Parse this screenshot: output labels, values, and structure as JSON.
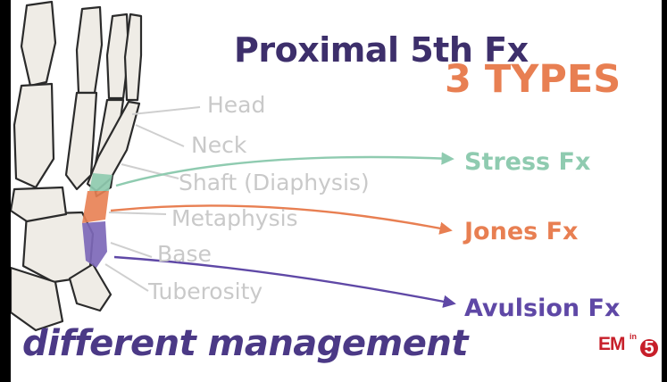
{
  "slide": {
    "title": "Proximal 5th Fx",
    "subtitle": "3 TYPES",
    "footer": "different management"
  },
  "anatomy_labels": [
    {
      "key": "head",
      "text": "Head"
    },
    {
      "key": "neck",
      "text": "Neck"
    },
    {
      "key": "shaft",
      "text": "Shaft (Diaphysis)"
    },
    {
      "key": "metaphysis",
      "text": "Metaphysis"
    },
    {
      "key": "base",
      "text": "Base"
    },
    {
      "key": "tuberosity",
      "text": "Tuberosity"
    }
  ],
  "fracture_types": [
    {
      "key": "stress",
      "label": "Stress Fx",
      "color": "#8fcbb0"
    },
    {
      "key": "jones",
      "label": "Jones Fx",
      "color": "#e87f52"
    },
    {
      "key": "avulsion",
      "label": "Avulsion Fx",
      "color": "#5f48a6"
    }
  ],
  "logo": {
    "letters": "EM",
    "small": "in",
    "number": "5",
    "icon": "em-in-5-logo"
  },
  "colors": {
    "title": "#3d2f6b",
    "subtitle": "#e87f52",
    "anatomy_text": "#c9c9c9",
    "footer": "#4b3986",
    "bone_outline": "#2b2b2b",
    "brand_red": "#c71f2a"
  }
}
